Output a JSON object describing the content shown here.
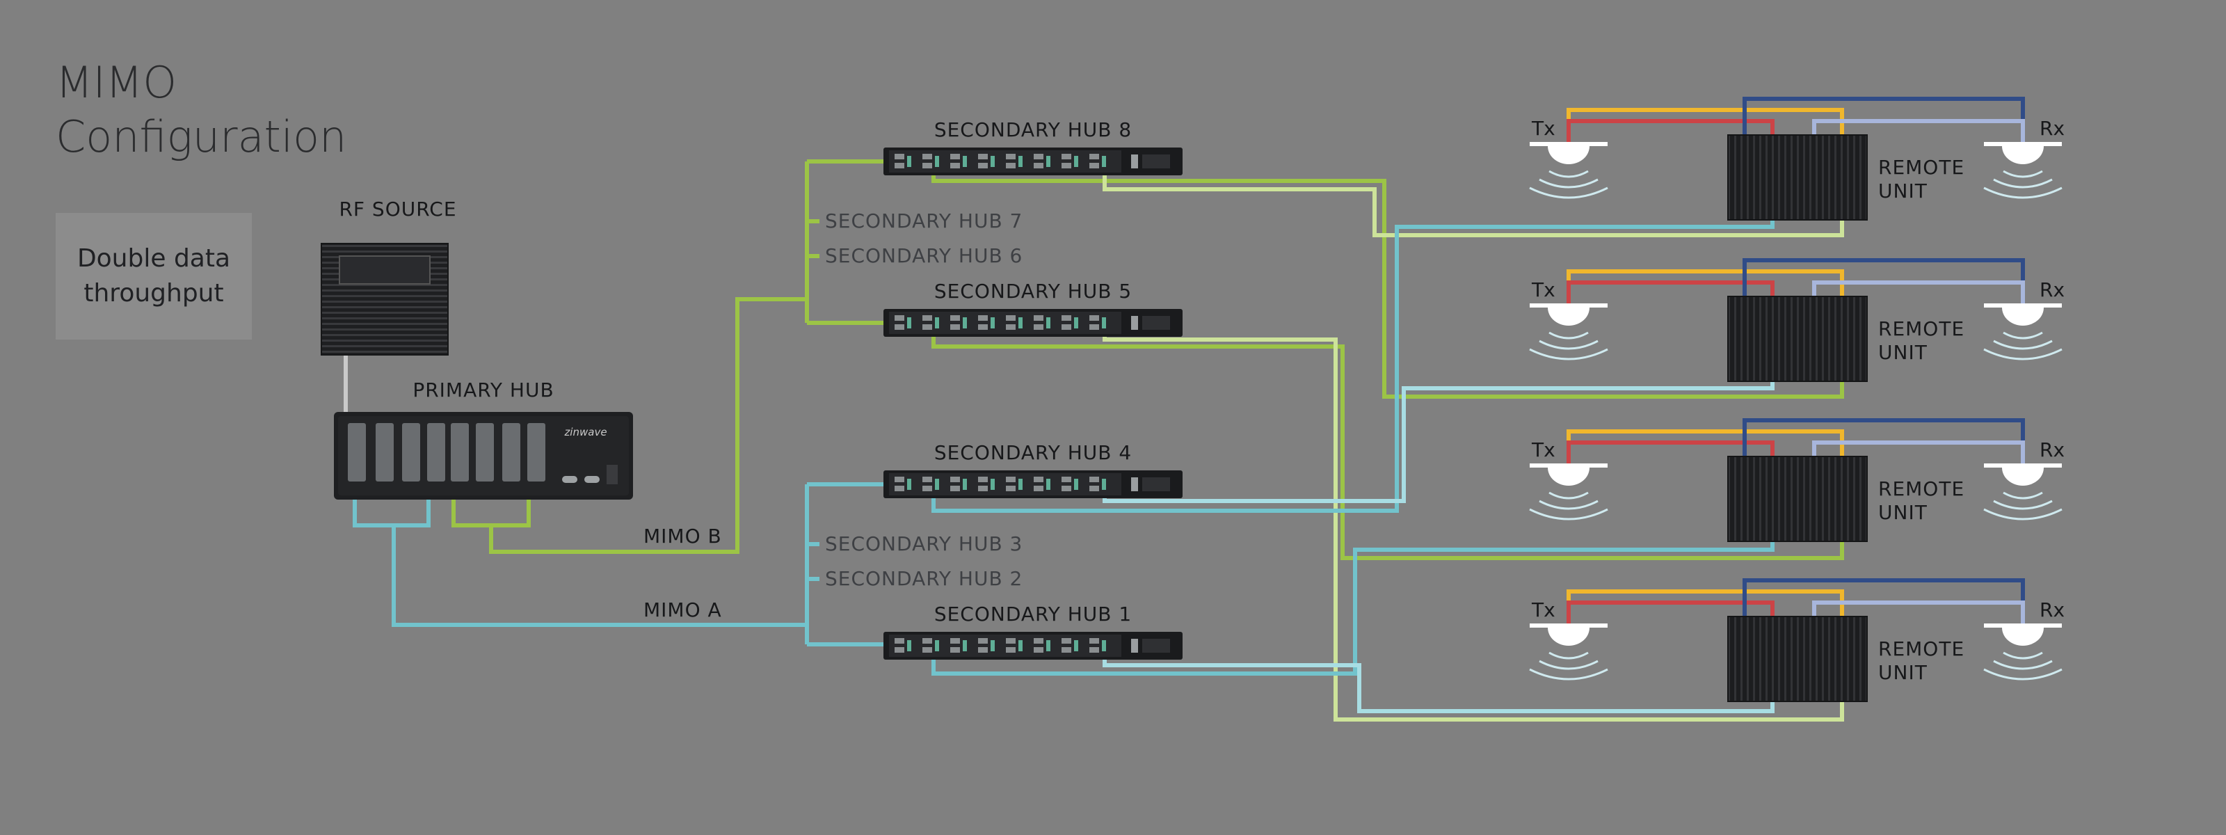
{
  "title": {
    "line1": "MIMO",
    "line2": "Configuration"
  },
  "info_box": {
    "line1": "Double data",
    "line2": "throughput"
  },
  "rf_source": {
    "label": "RF SOURCE"
  },
  "primary_hub": {
    "label": "PRIMARY HUB",
    "logo": "zinwave"
  },
  "mimo_labels": {
    "a": "MIMO A",
    "b": "MIMO B"
  },
  "secondary_hubs": {
    "hub8": "SECONDARY HUB 8",
    "hub7": "SECONDARY HUB 7",
    "hub6": "SECONDARY HUB 6",
    "hub5": "SECONDARY HUB 5",
    "hub4": "SECONDARY HUB 4",
    "hub3": "SECONDARY HUB 3",
    "hub2": "SECONDARY HUB 2",
    "hub1": "SECONDARY HUB 1"
  },
  "remote_units": [
    {
      "line1": "REMOTE",
      "line2": "UNIT",
      "tx": "Tx",
      "rx": "Rx"
    },
    {
      "line1": "REMOTE",
      "line2": "UNIT",
      "tx": "Tx",
      "rx": "Rx"
    },
    {
      "line1": "REMOTE",
      "line2": "UNIT",
      "tx": "Tx",
      "rx": "Rx"
    },
    {
      "line1": "REMOTE",
      "line2": "UNIT",
      "tx": "Tx",
      "rx": "Rx"
    }
  ],
  "colors": {
    "background": "#808080",
    "mimo_a": "#72c3cc",
    "mimo_a_light": "#a8dde3",
    "mimo_b": "#9cc446",
    "mimo_b_light": "#cde39a",
    "tx_yellow": "#f0b72d",
    "tx_red": "#cc4346",
    "rx_navy": "#304c88",
    "rx_lavender": "#a8b6dc",
    "device": "#1f2022"
  }
}
